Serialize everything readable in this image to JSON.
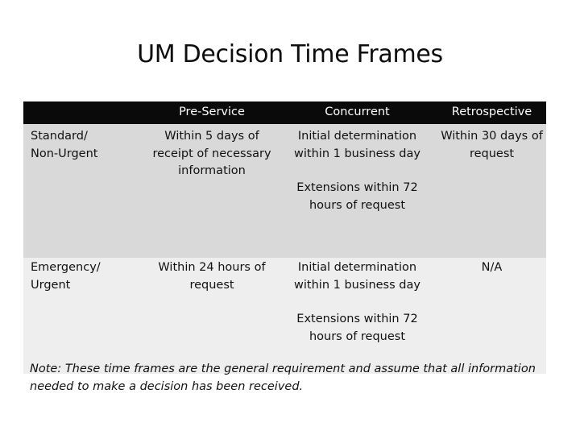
{
  "title": "UM Decision Time Frames",
  "table": {
    "headers": [
      "",
      "Pre-Service",
      "Concurrent",
      "Retrospective"
    ],
    "rows": [
      {
        "label": "Standard/\nNon-Urgent",
        "pre_service": "Within 5 days of\nreceipt of necessary\ninformation",
        "concurrent_initial": "Initial determination\nwithin 1 business day",
        "concurrent_extension": "Extensions within 72\nhours of request",
        "retrospective": "Within 30 days of\nrequest"
      },
      {
        "label": "Emergency/\nUrgent",
        "pre_service": "Within 24 hours of\nrequest",
        "concurrent_initial": "Initial determination\nwithin 1 business day",
        "concurrent_extension": "Extensions within 72\nhours of request",
        "retrospective": "N/A"
      }
    ]
  },
  "note": "Note: These time frames are the general requirement and assume that all information needed to make a decision has been received.",
  "colors": {
    "header_background": "#0a0a0a",
    "header_text": "#ffffff",
    "row_standard_background": "#d9d9d9",
    "row_emergency_background": "#eeeeee"
  }
}
